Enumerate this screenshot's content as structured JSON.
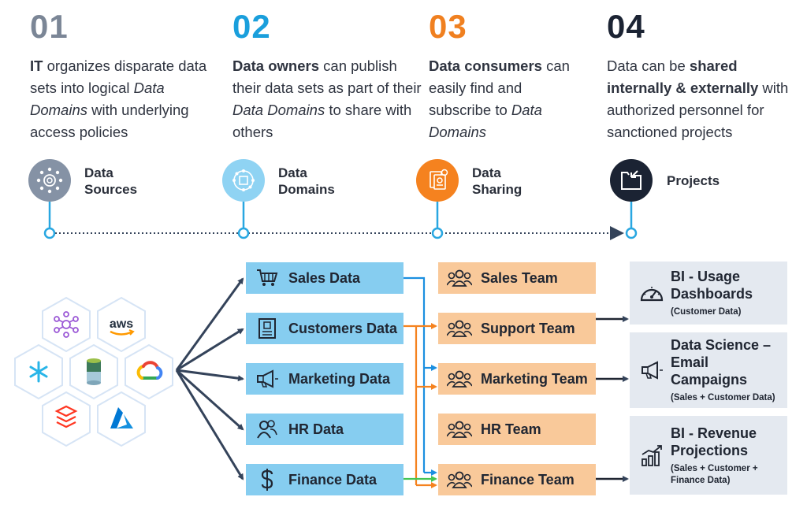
{
  "steps": [
    {
      "num": "01",
      "color": "#7b8696",
      "parts": [
        [
          "b",
          "IT"
        ],
        [
          "n",
          " organizes disparate data sets into logical "
        ],
        [
          "i",
          "Data Domains"
        ],
        [
          "n",
          " with underlying access policies"
        ]
      ]
    },
    {
      "num": "02",
      "color": "#1a9fdc",
      "parts": [
        [
          "b",
          "Data owners"
        ],
        [
          "n",
          " can publish their data sets as part of their "
        ],
        [
          "i",
          "Data Domains"
        ],
        [
          "n",
          " to share with others"
        ]
      ]
    },
    {
      "num": "03",
      "color": "#f08020",
      "parts": [
        [
          "b",
          "Data consumers"
        ],
        [
          "n",
          " can easily find and subscribe to "
        ],
        [
          "i",
          "Data Domains"
        ]
      ]
    },
    {
      "num": "04",
      "color": "#1b2333",
      "parts": [
        [
          "n",
          "Data can be "
        ],
        [
          "b",
          "shared internally & externally"
        ],
        [
          "n",
          " with authorized personnel for sanctioned projects"
        ]
      ]
    }
  ],
  "stages": {
    "sources": "Data\nSources",
    "domains": "Data\nDomains",
    "sharing": "Data\nSharing",
    "projects": "Projects"
  },
  "sources": {
    "hex_icons": [
      "hub-icon",
      "aws-logo",
      "snowflake-logo",
      "database-icon",
      "google-cloud-logo",
      "databricks-logo",
      "azure-logo"
    ],
    "aws_text": "aws"
  },
  "domains": [
    {
      "label": "Sales Data",
      "icon": "cart-icon"
    },
    {
      "label": "Customers Data",
      "icon": "id-card-icon"
    },
    {
      "label": "Marketing Data",
      "icon": "megaphone-icon"
    },
    {
      "label": "HR Data",
      "icon": "people-icon"
    },
    {
      "label": "Finance Data",
      "icon": "dollar-icon"
    }
  ],
  "teams": [
    {
      "label": "Sales Team"
    },
    {
      "label": "Support Team"
    },
    {
      "label": "Marketing Team"
    },
    {
      "label": "HR Team"
    },
    {
      "label": "Finance Team"
    }
  ],
  "projects": [
    {
      "title": "BI - Usage Dashboards",
      "sub": "(Customer Data)",
      "icon": "gauge-icon"
    },
    {
      "title": "Data Science – Email Campaigns",
      "sub": "(Sales + Customer Data)",
      "icon": "megaphone-icon"
    },
    {
      "title": "BI - Revenue Projections",
      "sub": "(Sales + Customer + Finance Data)",
      "icon": "growth-chart-icon"
    }
  ],
  "colors": {
    "gray_circle": "#8592a5",
    "blue_circle": "#8fd3f3",
    "orange_circle": "#f5821f",
    "navy_circle": "#1b2333",
    "timeline": "#29a7e1",
    "arrow_navy": "#34435a",
    "wire_blue": "#1b8fe0",
    "wire_orange": "#f5821f",
    "wire_green": "#44c553"
  }
}
